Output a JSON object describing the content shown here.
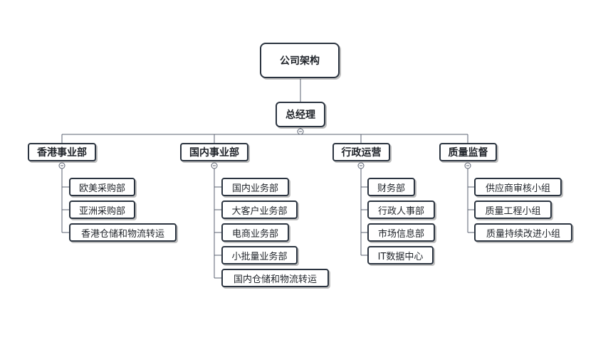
{
  "diagram": {
    "root": {
      "label": "公司架构"
    },
    "manager": {
      "label": "总经理"
    },
    "departments": [
      {
        "label": "香港事业部",
        "children": [
          "欧美采购部",
          "亚洲采购部",
          "香港仓储和物流转运"
        ]
      },
      {
        "label": "国内事业部",
        "children": [
          "国内业务部",
          "大客户业务部",
          "电商业务部",
          "小批量业务部",
          "国内仓储和物流转运"
        ]
      },
      {
        "label": "行政运营",
        "children": [
          "财务部",
          "行政人事部",
          "市场信息部",
          "IT数据中心"
        ]
      },
      {
        "label": "质量监督",
        "children": [
          "供应商审核小组",
          "质量工程小组",
          "质量持续改进小组"
        ]
      }
    ],
    "colors": {
      "border": "#2b3440",
      "line": "#5a6170",
      "text": "#1f2329"
    },
    "icons": {
      "collapse": "minus-circle-icon"
    }
  }
}
